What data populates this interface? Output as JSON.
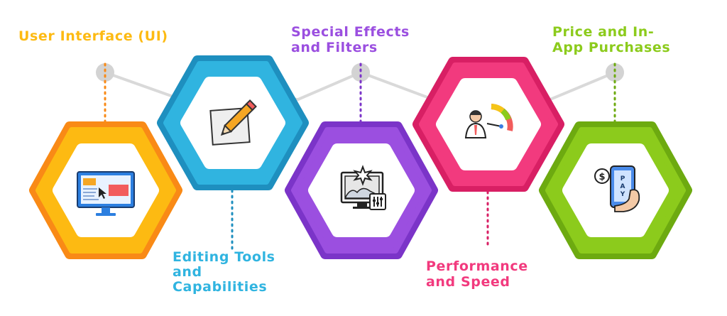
{
  "colors": {
    "yellow": "#FDBA12",
    "yellow_outer": "#F98A16",
    "blue": "#30B4E0",
    "blue_outer": "#1E8FBF",
    "purple": "#9B4FE0",
    "purple_outer": "#7B34C8",
    "pink": "#F23A7E",
    "pink_outer": "#D81F64",
    "green": "#8CCB1C",
    "green_outer": "#6DAA10",
    "connector": "#D9D9D9",
    "node": "#D3D3D3"
  },
  "steps": [
    {
      "id": "ui",
      "label_lines": [
        "User Interface (UI)"
      ],
      "icon": "monitor-icon"
    },
    {
      "id": "editing",
      "label_lines": [
        "Editing Tools",
        "and",
        "Capabilities"
      ],
      "icon": "pencil-icon"
    },
    {
      "id": "effects",
      "label_lines": [
        "Special Effects",
        "and Filters"
      ],
      "icon": "effects-icon"
    },
    {
      "id": "performance",
      "label_lines": [
        "Performance",
        "and Speed"
      ],
      "icon": "speedometer-icon"
    },
    {
      "id": "price",
      "label_lines": [
        "Price and In-",
        "App Purchases"
      ],
      "icon": "pay-phone-icon"
    }
  ]
}
